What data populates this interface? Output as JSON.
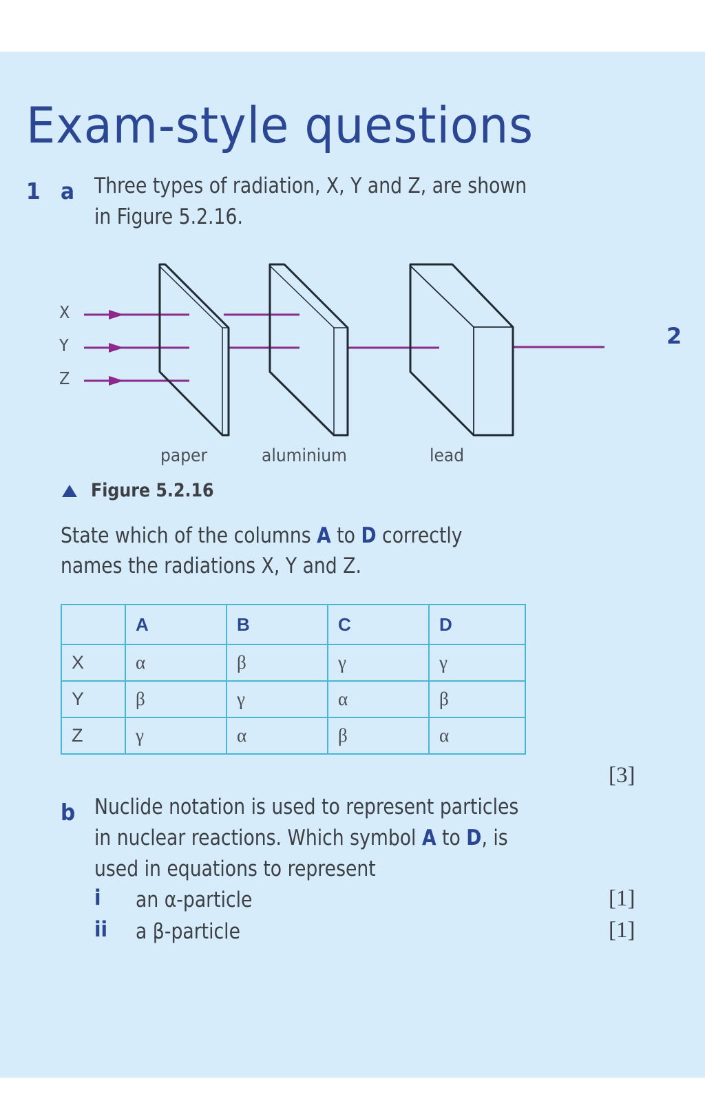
{
  "title": "Exam-style questions",
  "side_number": "2",
  "question": {
    "number": "1",
    "part_a": {
      "label": "a",
      "text_lines": [
        "Three types of radiation, X, Y and Z, are shown",
        "in Figure 5.2.16."
      ],
      "figure": {
        "ray_labels": [
          "X",
          "Y",
          "Z"
        ],
        "absorbers": [
          "paper",
          "aluminium",
          "lead"
        ],
        "caption": "Figure 5.2.16",
        "ray_color": "#8b2a8a",
        "outline_color": "#1f2a33"
      },
      "instruction": {
        "line1_pre": "State which of the columns ",
        "line1_A": "A",
        "line1_mid": " to ",
        "line1_D": "D",
        "line1_post": " correctly",
        "line2": "names the radiations X, Y and Z."
      },
      "table": {
        "headers": [
          "",
          "A",
          "B",
          "C",
          "D"
        ],
        "rows": [
          {
            "label": "X",
            "cells": [
              "α",
              "β",
              "γ",
              "γ"
            ]
          },
          {
            "label": "Y",
            "cells": [
              "β",
              "γ",
              "α",
              "β"
            ]
          },
          {
            "label": "Z",
            "cells": [
              "γ",
              "α",
              "β",
              "α"
            ]
          }
        ]
      },
      "marks": "[3]"
    },
    "part_b": {
      "label": "b",
      "line1": "Nuclide notation is used to represent particles",
      "line2_pre": "in nuclear reactions. Which symbol ",
      "line2_A": "A",
      "line2_mid": " to ",
      "line2_D": "D",
      "line2_post": ", is",
      "line3": "used in equations to represent",
      "subparts": [
        {
          "num": "i",
          "text": "an α-particle",
          "marks": "[1]"
        },
        {
          "num": "ii",
          "text": "a β-particle",
          "marks": "[1]"
        }
      ]
    }
  }
}
